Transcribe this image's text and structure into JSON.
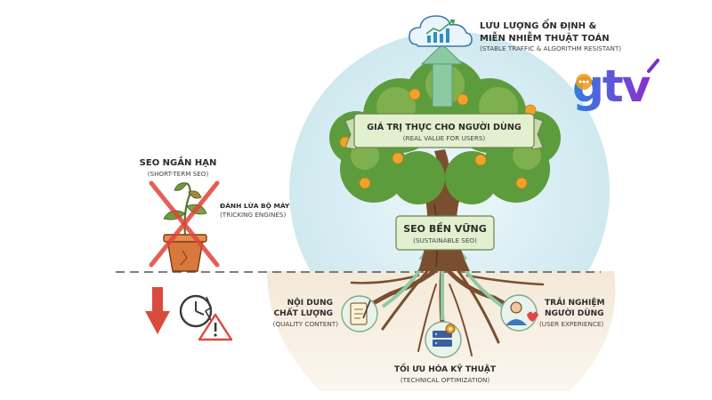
{
  "top_goal": {
    "title_line1": "LƯU LƯỢNG ỔN ĐỊNH &",
    "title_line2": "MIỄN NHIỄM THUẬT TOÁN",
    "subtitle": "(STABLE TRAFFIC & ALGORITHM RESISTANT)"
  },
  "tree": {
    "canopy_banner": {
      "title": "GIÁ TRỊ THỰC CHO NGƯỜI DÙNG",
      "subtitle": "(REAL VALUE FOR USERS)"
    },
    "trunk_sign": {
      "title": "SEO BỀN VỮNG",
      "subtitle": "(SUSTAINABLE SEO)"
    }
  },
  "short_term": {
    "title": "SEO NGẮN HẠN",
    "subtitle": "(SHORT-TERM SEO)",
    "note_title": "ĐÁNH LỪA BỘ MÁY",
    "note_subtitle": "(TRICKING ENGINES)"
  },
  "roots": {
    "quality_content": {
      "line1": "NỘI DUNG",
      "line2": "CHẤT LƯỢNG",
      "subtitle": "(QUALITY CONTENT)"
    },
    "user_experience": {
      "line1": "TRẢI NGHIỆM",
      "line2": "NGƯỜI DÙNG",
      "subtitle": "(USER EXPERIENCE)"
    },
    "technical": {
      "title": "TỐI ƯU HÓA KỸ THUẬT",
      "subtitle": "(TECHNICAL OPTIMIZATION)"
    }
  },
  "logo": {
    "text": "gtv"
  },
  "colors": {
    "leaf": "#5d9c3c",
    "leaf_light": "#7fb04f",
    "trunk": "#7a4f30",
    "banner": "#e3f0cf",
    "arrow_green": "#7fc49b",
    "arrow_red": "#d94b3d",
    "glow": "#d9eef2",
    "logo_blue": "#2f7fe0",
    "logo_purple": "#7a2fc5",
    "logo_orange": "#f0a020"
  },
  "icons": [
    "cloud-chart-icon",
    "wilted-plant-icon",
    "down-arrow-icon",
    "clock-icon",
    "warning-icon",
    "scroll-quill-icon",
    "server-gear-icon",
    "user-heart-icon"
  ]
}
